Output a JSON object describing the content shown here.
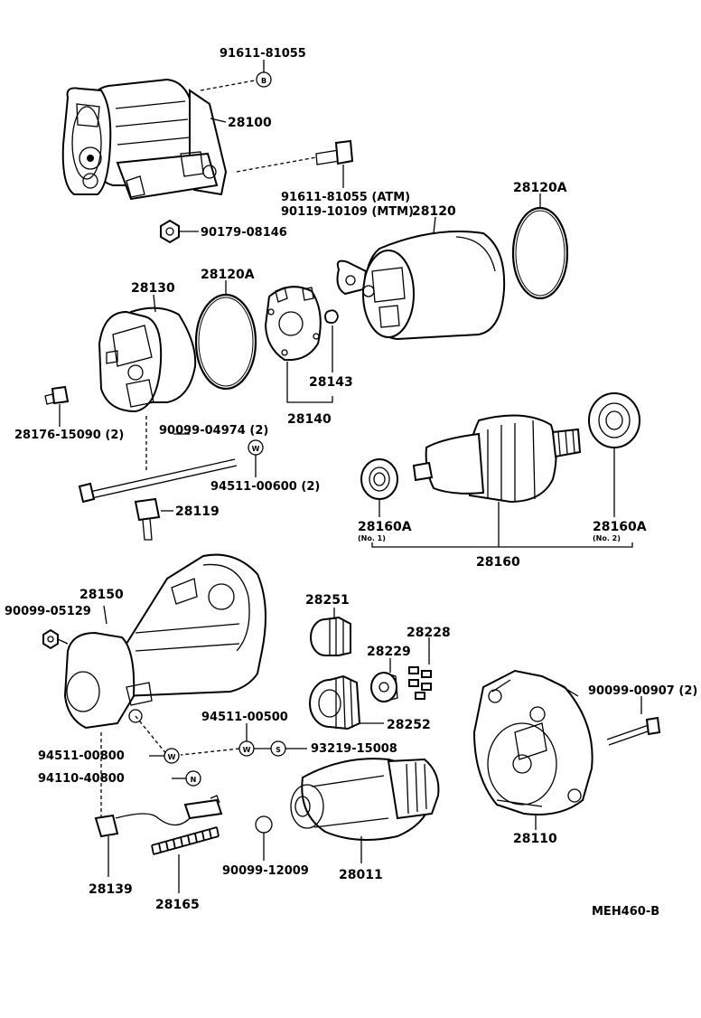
{
  "labels": {
    "l_91611_81055_top": "91611-81055",
    "l_28100": "28100",
    "l_91611_atm": "91611-81055 (ATM)",
    "l_90119_mtm": "90119-10109 (MTM)",
    "l_28120": "28120",
    "l_28120A_right": "28120A",
    "l_90179": "90179-08146",
    "l_28130": "28130",
    "l_28120A_left": "28120A",
    "l_28143": "28143",
    "l_28140": "28140",
    "l_28176": "28176-15090 (2)",
    "l_90099_04974": "90099-04974 (2)",
    "l_94511_00600": "94511-00600 (2)",
    "l_28119": "28119",
    "l_28160A_1": "28160A",
    "l_no1": "(No. 1)",
    "l_28160": "28160",
    "l_28160A_2": "28160A",
    "l_no2": "(No. 2)",
    "l_28150": "28150",
    "l_90099_05129": "90099-05129",
    "l_28251": "28251",
    "l_28228": "28228",
    "l_28229": "28229",
    "l_90099_00907": "90099-00907 (2)",
    "l_94511_00500": "94511-00500",
    "l_28252": "28252",
    "l_94511_00800": "94511-00800",
    "l_93219": "93219-15008",
    "l_94110": "94110-40800",
    "l_28110": "28110",
    "l_90099_12009": "90099-12009",
    "l_28011": "28011",
    "l_28139": "28139",
    "l_28165": "28165",
    "l_code": "MEH460-B"
  },
  "symbols": {
    "b": "B",
    "w": "W",
    "s": "S",
    "n": "N"
  }
}
